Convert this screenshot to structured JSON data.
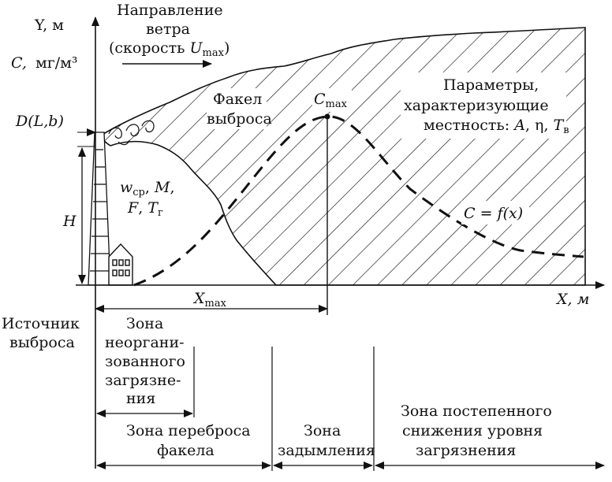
{
  "colors": {
    "ink": "#111111",
    "background": "#ffffff"
  },
  "axes": {
    "y_label_1": "Y, м",
    "y_label_2_var": "C,",
    "y_label_2_unit": "мг/м³",
    "x_label": "X, м"
  },
  "wind": {
    "line1": "Направление",
    "line2": "ветра",
    "line3_pre": "(скорость ",
    "line3_var": "U",
    "line3_sub": "max",
    "line3_post": ")"
  },
  "plume": {
    "line1": "Факел",
    "line2": "выброса"
  },
  "cmax": {
    "var": "C",
    "sub": "max"
  },
  "terrain": {
    "line1": "Параметры,",
    "line2": "характеризующие",
    "line3_pre": "местность: ",
    "line3_a": "A",
    "line3_sep1": ", ",
    "line3_eta": "η",
    "line3_sep2": ", ",
    "line3_t": "T",
    "line3_sub": "в"
  },
  "curve_label": "C = f(x)",
  "diameter_label": "D(L,b)",
  "height_label": "H",
  "emission": {
    "w": "w",
    "w_sub": "ср",
    "sep1": ", ",
    "m": "M",
    "sep2": ",",
    "f": "F",
    "sep3": ", ",
    "t": "T",
    "t_sub": "г"
  },
  "xmax": {
    "var": "X",
    "sub": "max"
  },
  "source": {
    "line1": "Источник",
    "line2": "выброса"
  },
  "zones": {
    "unorganized": [
      "Зона",
      "неоргани-",
      "зованного",
      "загрязне-",
      "ния"
    ],
    "transfer": [
      "Зона переброса",
      "факела"
    ],
    "smoke": [
      "Зона",
      "задымления"
    ],
    "decrease": [
      "Зона постепенного",
      "снижения уровня",
      "загрязнения"
    ]
  }
}
